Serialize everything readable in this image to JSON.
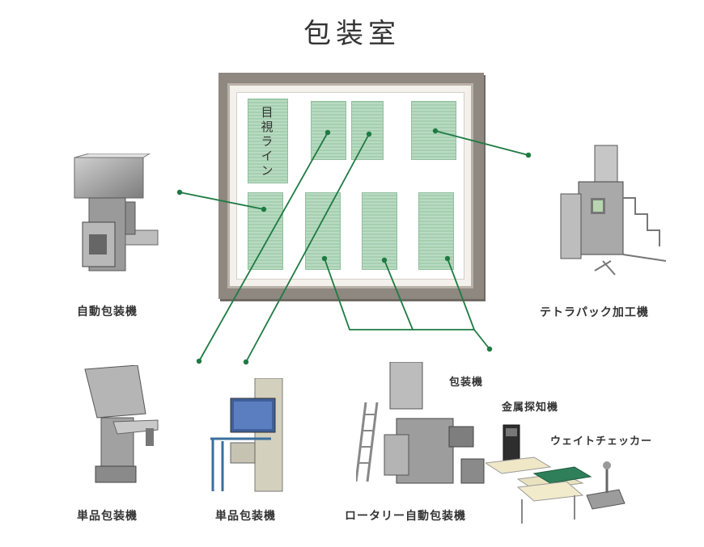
{
  "title": "包装室",
  "room": {
    "visual_line_label": "目視ライン",
    "zone_color": "#a9d3b4",
    "wall_color": "#8e8880"
  },
  "line_color": "#1e7a43",
  "machines": {
    "auto_packer": "自動包装機",
    "single_packer_1": "単品包装機",
    "single_packer_2": "単品包装機",
    "rotary_packer": "ロータリー自動包装機",
    "tetra_pack": "テトラパック加工機",
    "packer": "包装機",
    "metal_detector": "金属探知機",
    "weight_checker": "ウェイトチェッカー"
  }
}
